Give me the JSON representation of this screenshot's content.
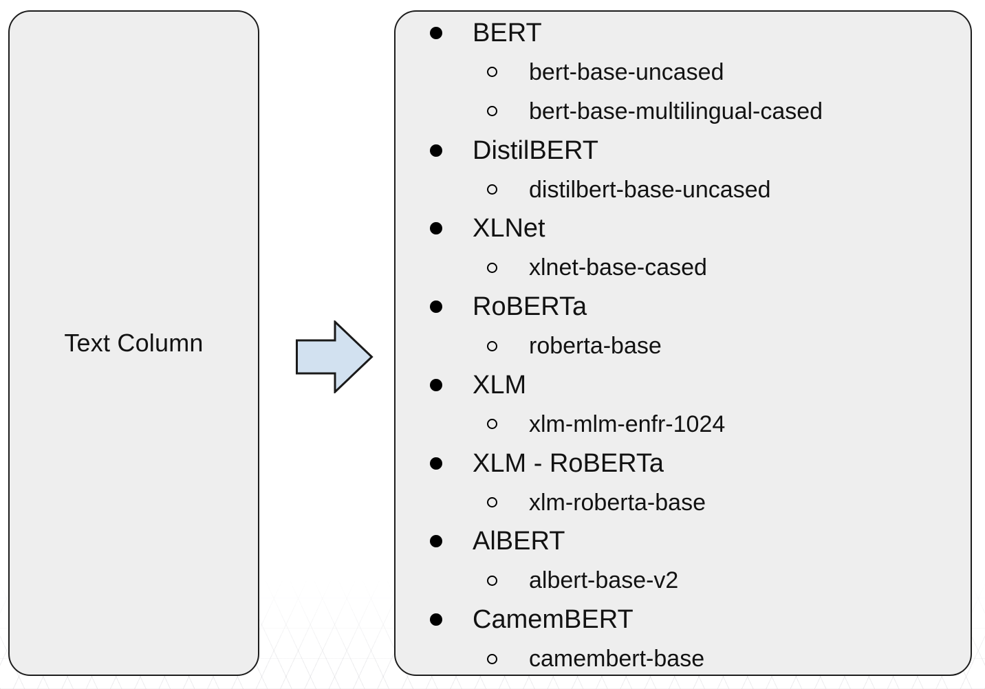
{
  "left_box": {
    "label": "Text Column"
  },
  "arrow": {
    "direction": "right"
  },
  "model_list": {
    "groups": [
      {
        "name": "BERT",
        "models": [
          "bert-base-uncased",
          "bert-base-multilingual-cased"
        ]
      },
      {
        "name": "DistilBERT",
        "models": [
          "distilbert-base-uncased"
        ]
      },
      {
        "name": "XLNet",
        "models": [
          "xlnet-base-cased"
        ]
      },
      {
        "name": "RoBERTa",
        "models": [
          "roberta-base"
        ]
      },
      {
        "name": "XLM",
        "models": [
          "xlm-mlm-enfr-1024"
        ]
      },
      {
        "name": "XLM - RoBERTa",
        "models": [
          "xlm-roberta-base"
        ]
      },
      {
        "name": "AlBERT",
        "models": [
          "albert-base-v2"
        ]
      },
      {
        "name": "CamemBERT",
        "models": [
          "camembert-base"
        ]
      }
    ]
  },
  "colors": {
    "box_fill": "#eeeeee",
    "box_border": "#1c1c1c",
    "arrow_fill": "#d2e1f0",
    "arrow_stroke": "#1a1a1a",
    "text": "#121212",
    "background": "#ffffff"
  }
}
